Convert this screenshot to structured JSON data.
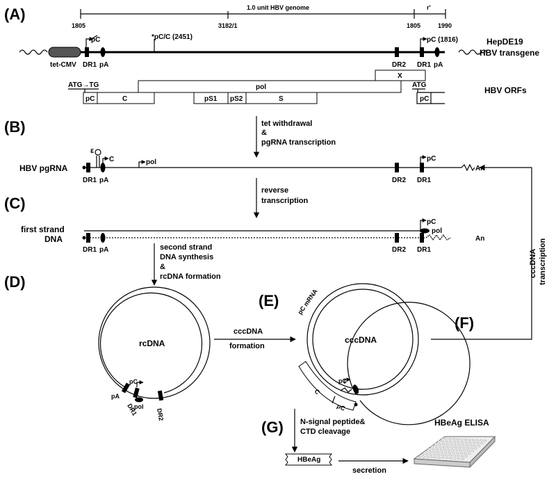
{
  "panels": {
    "a": "(A)",
    "b": "(B)",
    "c": "(C)",
    "d": "(D)",
    "e": "(E)",
    "f": "(F)",
    "g": "(G)"
  },
  "ruler": {
    "title": "1.0 unit HBV genome",
    "r_prime": "r'",
    "ticks": [
      "1805",
      "3182/1",
      "1805",
      "1990"
    ]
  },
  "transgene": {
    "label_line1": "HepDE19",
    "label_line2": "HBV transgene",
    "promoter": "tet-CMV",
    "dr1_left": "DR1",
    "pa_left": "pA",
    "pc_crossed": "pC",
    "mutation": "*pC/C (2451)",
    "dr2": "DR2",
    "pc_right": "pC (1816)",
    "dr1_right": "DR1",
    "pa_right": "pA"
  },
  "orfs": {
    "label": "HBV ORFs",
    "x": "X",
    "pol": "pol",
    "atg_tg": "ATG→TG",
    "atg_right": "ATG",
    "pc_left": "pC",
    "c": "C",
    "ps1": "pS1",
    "ps2": "pS2",
    "s": "S",
    "pc_right": "pC"
  },
  "step_b": {
    "arrow_line1": "tet withdrawal",
    "arrow_line2": "&",
    "arrow_line3": "pgRNA transcription",
    "row_label": "HBV pgRNA",
    "epsilon": "ε",
    "c": "C",
    "pol": "pol",
    "dr1_left": "DR1",
    "pa": "pA",
    "dr2": "DR2",
    "pc": "pC",
    "dr1_right": "DR1",
    "an": "An"
  },
  "step_c": {
    "arrow_line1": "reverse",
    "arrow_line2": "transcription",
    "row_label_line1": "first strand",
    "row_label_line2": "DNA",
    "dr1_left": "DR1",
    "pa": "pA",
    "dr2": "DR2",
    "pc": "pC",
    "pol": "pol",
    "dr1_right": "DR1",
    "an": "An"
  },
  "step_d": {
    "arrow_line1": "second strand",
    "arrow_line2": "DNA synthesis",
    "arrow_line3": "&",
    "arrow_line4": "rcDNA formation",
    "circle_label": "rcDNA",
    "pa": "pA",
    "pc": "pC",
    "dr1": "DR1",
    "pol": "pol",
    "dr2": "DR2"
  },
  "step_e": {
    "arrow_line1": "cccDNA",
    "arrow_line2": "formation",
    "circle_label": "cccDNA",
    "pc_mrna": "pC mRNA",
    "pc": "pC",
    "c": "C",
    "pc_box": "pC"
  },
  "step_f": {
    "side_line1": "cccDNA",
    "side_line2": "transcription"
  },
  "step_g": {
    "arrow_line1": "N-signal peptide&",
    "arrow_line2": "CTD cleavage",
    "protein": "HBeAg",
    "secretion": "secretion",
    "elisa": "HBeAg ELISA"
  }
}
